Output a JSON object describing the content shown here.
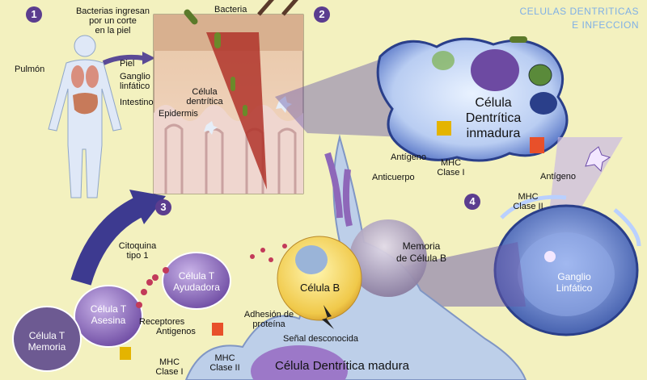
{
  "title": {
    "line1": "CELULAS DENTRITICAS",
    "line2": "E INFECCION"
  },
  "steps": [
    "1",
    "2",
    "3",
    "4"
  ],
  "labels": {
    "bacterias_ingresan": [
      "Bacterias ingresan",
      "por un corte",
      "en la piel"
    ],
    "bacteria": "Bacteria",
    "pulmon": "Pulmón",
    "piel": "Piel",
    "ganglio": [
      "Ganglio",
      "linfático"
    ],
    "intestino": "Intestino",
    "celula_dentritica": [
      "Célula",
      "dentrítica"
    ],
    "epidermis": "Epidermis",
    "celula_inmadura": [
      "Célula",
      "Dentrítica",
      "inmadura"
    ],
    "antigeno_left": "Antígeno",
    "mhc1_top": [
      "MHC",
      "Clase I"
    ],
    "antigeno_right": "Antígeno",
    "mhc2_top": [
      "MHC",
      "Clase II"
    ],
    "anticuerpo": "Anticuerpo",
    "citoquina": [
      "Citoquina",
      "tipo 1"
    ],
    "memoria_b": [
      "Memoria",
      "de Célula B"
    ],
    "celula_b": "Célula B",
    "t_ayudadora": [
      "Célula T",
      "Ayudadora"
    ],
    "t_asesina": [
      "Célula T",
      "Asesina"
    ],
    "t_memoria": [
      "Célula T",
      "Memoria"
    ],
    "receptores": "Receptores",
    "antigenos": "Antigenos",
    "adhesion": [
      "Adhesión de",
      "proteína"
    ],
    "senal": "Señal desconocida",
    "mhc1_bottom": [
      "MHC",
      "Clase I"
    ],
    "mhc2_bottom": [
      "MHC",
      "Clase II"
    ],
    "celula_madura": "Célula Dentrítica madura",
    "ganglio_linfatico": [
      "Ganglio",
      "Linfático"
    ]
  }
}
